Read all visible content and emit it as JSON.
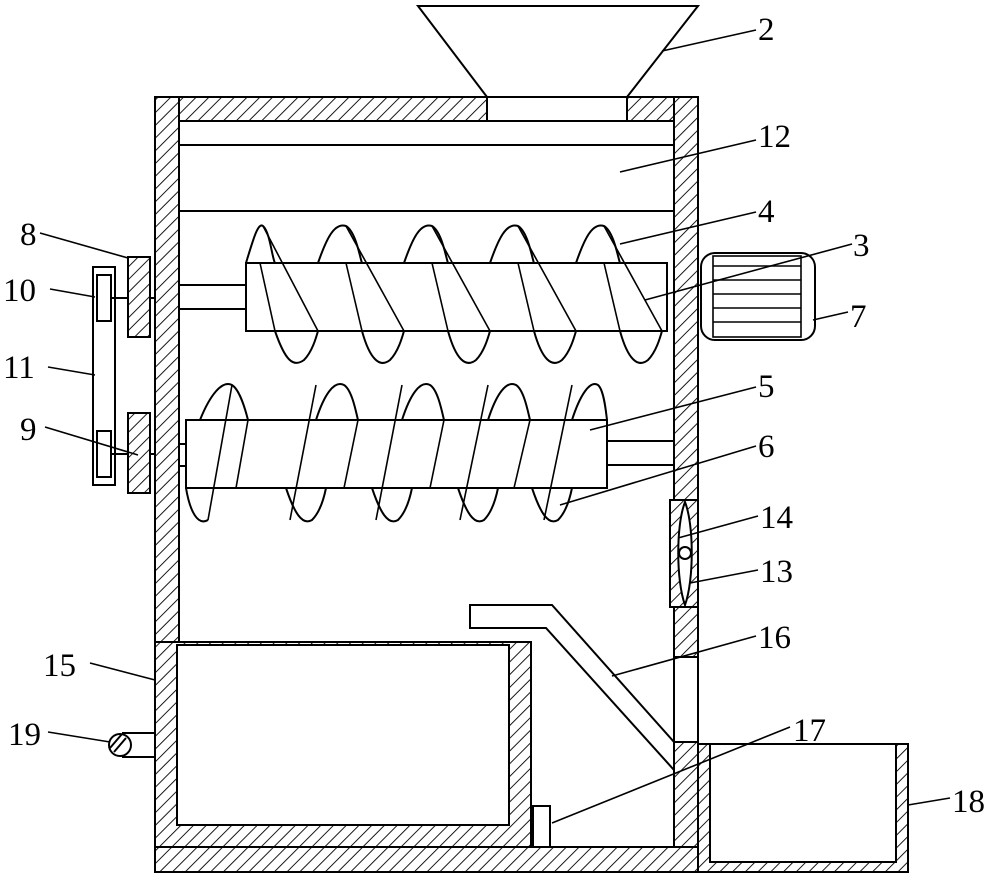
{
  "labels": {
    "l2": "2",
    "l12": "12",
    "l4": "4",
    "l3": "3",
    "l8": "8",
    "l10": "10",
    "l7": "7",
    "l11": "11",
    "l5": "5",
    "l9": "9",
    "l6": "6",
    "l14": "14",
    "l13": "13",
    "l15": "15",
    "l16": "16",
    "l19": "19",
    "l17": "17",
    "l18": "18"
  }
}
